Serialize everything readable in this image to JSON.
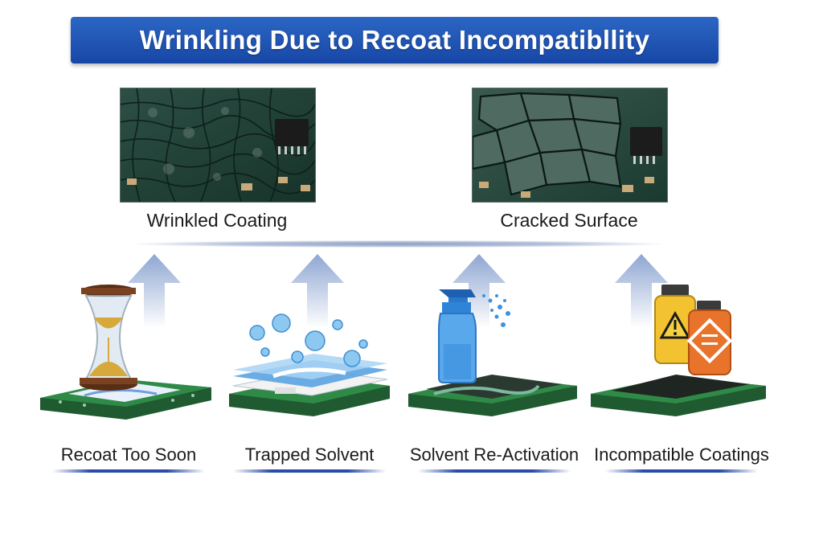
{
  "title": "Wrinkling Due to Recoat Incompatibllity",
  "effects": [
    {
      "label": "Wrinkled Coating"
    },
    {
      "label": "Cracked Surface"
    }
  ],
  "causes": [
    {
      "label": "Recoat Too Soon",
      "icon": "hourglass-icon"
    },
    {
      "label": "Trapped Solvent",
      "icon": "solvent-bubbles-icon"
    },
    {
      "label": "Solvent Re-Activation",
      "icon": "spray-bottle-icon"
    },
    {
      "label": "Incompatible Coatings",
      "icon": "chemical-bottles-icon"
    }
  ],
  "colors": {
    "banner": "#1f56b8",
    "board": "#2e7d43",
    "arrow": "#9fb2d6",
    "underline": "#2a4ca6"
  }
}
